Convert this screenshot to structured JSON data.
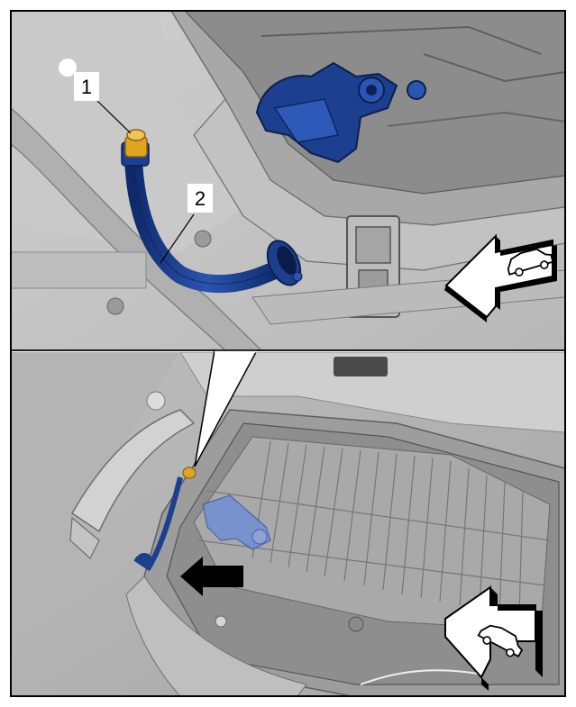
{
  "callouts": [
    {
      "number": "1",
      "part": "bleeder-fitting"
    },
    {
      "number": "2",
      "part": "vent-hose"
    }
  ],
  "colors": {
    "frame": "#000000",
    "part_highlight": "#1c3f8f",
    "fitting": "#e0a520",
    "metal_light": "#d4d4d4",
    "metal_mid": "#b5b5b5",
    "metal_dark": "#7d7d7d"
  },
  "icons": [
    "direction-of-travel-icon",
    "direction-of-travel-icon",
    "location-arrow-icon"
  ]
}
